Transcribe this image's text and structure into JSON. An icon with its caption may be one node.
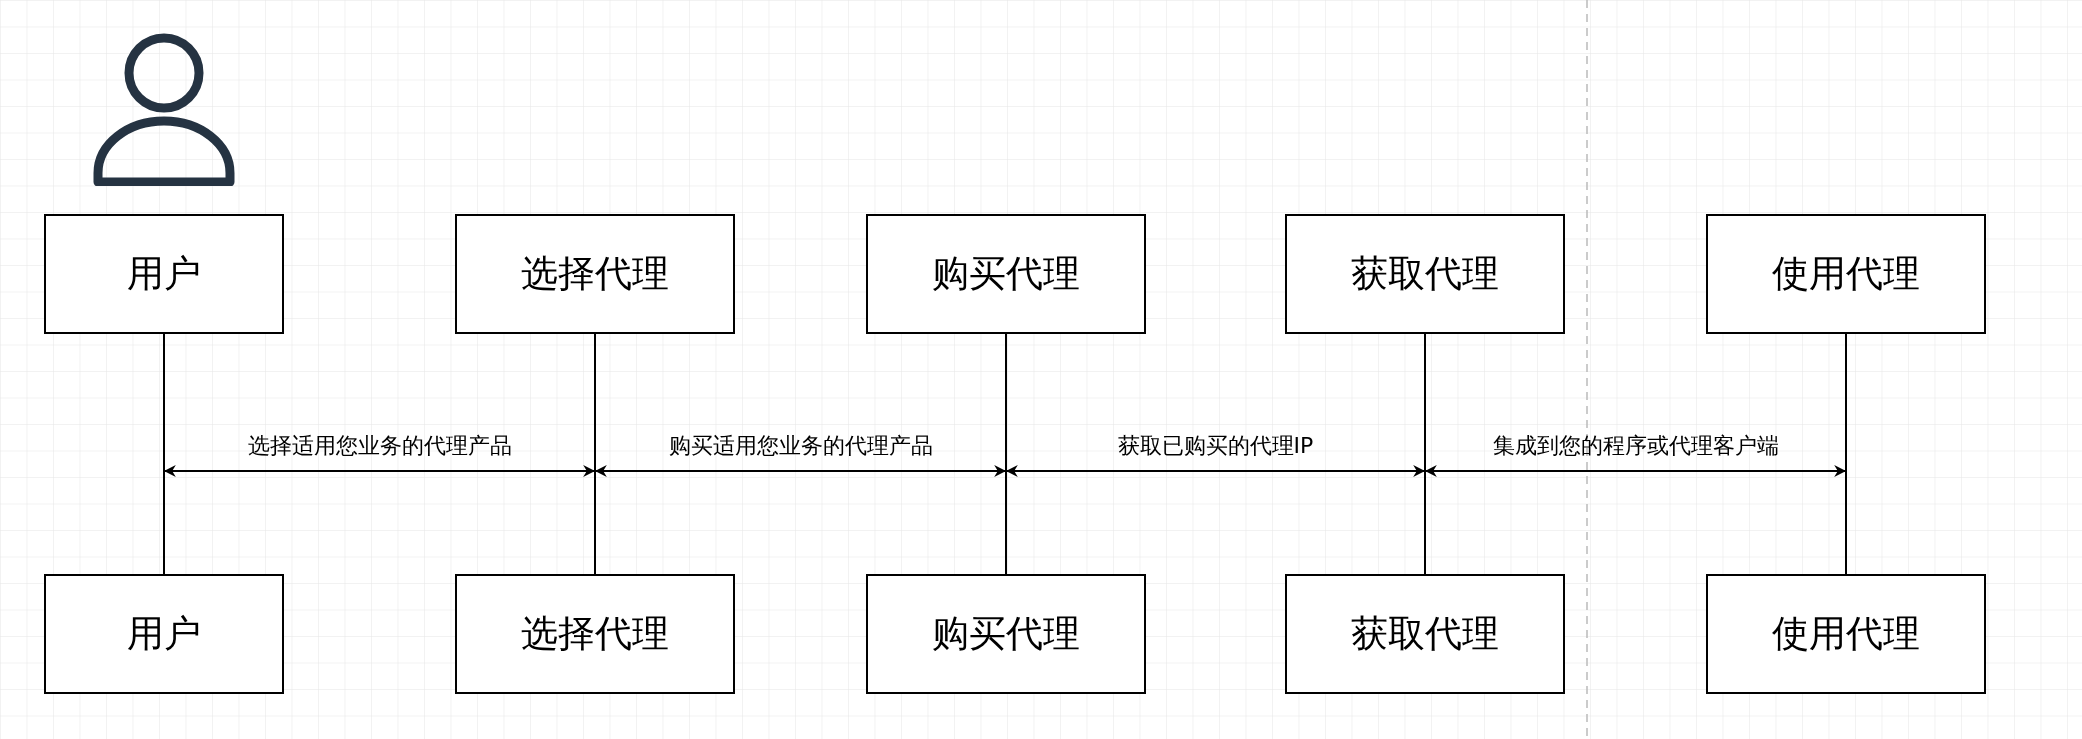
{
  "diagram": {
    "nodes": [
      {
        "text": [],
        "shape": "person"
      },
      {
        "text": [
          "用户"
        ]
      },
      {
        "text": [
          "选择代理"
        ]
      },
      {
        "text": [
          "购买代理"
        ]
      },
      {
        "text": [
          "获取代理"
        ]
      },
      {
        "text": [
          "使用代理"
        ]
      },
      {
        "text": [
          "用户"
        ]
      },
      {
        "text": [
          "选择代理"
        ]
      },
      {
        "text": [
          "购买代理"
        ]
      },
      {
        "text": [
          "获取代理"
        ]
      },
      {
        "text": [
          "使用代理"
        ]
      },
      {
        "text": [],
        "shape": "bar"
      },
      {
        "text": [],
        "shape": "bar"
      },
      {
        "text": [],
        "shape": "bar"
      },
      {
        "text": [],
        "shape": "bar"
      },
      {
        "text": [],
        "shape": "bar"
      }
    ],
    "edges": [
      {
        "from": 11,
        "to": 12,
        "arrow": "both",
        "label": "选择适用您业务的代理产品"
      },
      {
        "from": 12,
        "to": 13,
        "arrow": "both",
        "label": "购买适用您业务的代理产品"
      },
      {
        "from": 13,
        "to": 14,
        "arrow": "both",
        "label": "获取已购买的代理IP"
      },
      {
        "from": 14,
        "to": 15,
        "arrow": "both",
        "label": "集成到您的程序或代理客户端"
      }
    ]
  }
}
